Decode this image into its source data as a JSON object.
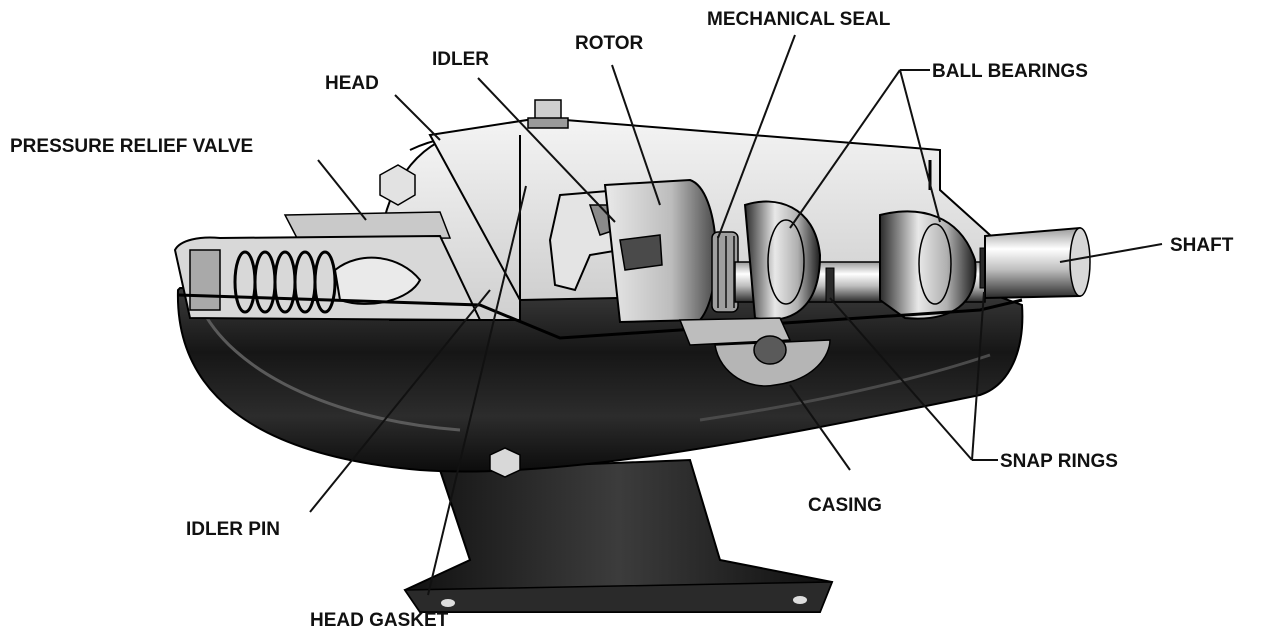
{
  "labels": {
    "pressure_relief_valve": "PRESSURE RELIEF VALVE",
    "head": "HEAD",
    "idler": "IDLER",
    "rotor": "ROTOR",
    "mechanical_seal": "MECHANICAL SEAL",
    "ball_bearings": "BALL BEARINGS",
    "shaft": "SHAFT",
    "snap_rings": "SNAP RINGS",
    "casing": "CASING",
    "idler_pin": "IDLER PIN",
    "head_gasket": "HEAD GASKET"
  },
  "colors": {
    "metal_dark": "#1b1b1b",
    "metal_mid": "#6a6a6a",
    "metal_light": "#e6e6e6",
    "background": "#ffffff"
  }
}
